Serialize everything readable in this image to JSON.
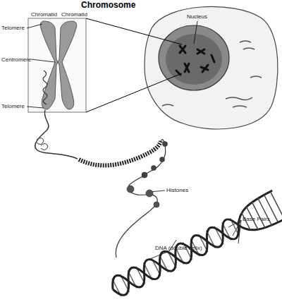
{
  "diagram": {
    "title": "Chromosome",
    "labels": [
      "Chromatid",
      "Chromatid",
      "Telomere",
      "Centromere",
      "Telomere",
      "Nucleus",
      "Histones",
      "Base Pairs",
      "DNA (double helix)"
    ]
  }
}
